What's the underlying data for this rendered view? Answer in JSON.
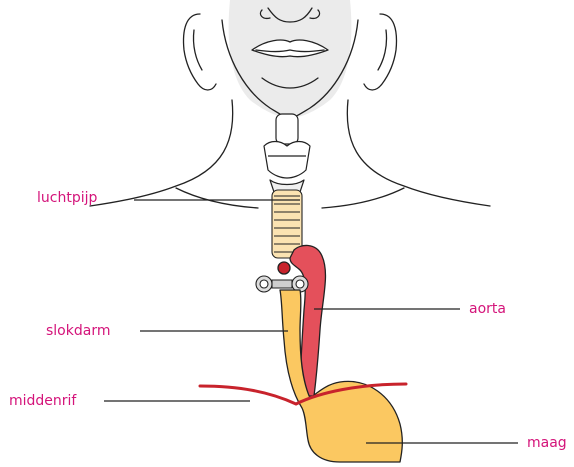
{
  "labels": {
    "trachea": "luchtpijp",
    "aorta": "aorta",
    "esophagus": "slokdarm",
    "diaphragm": "middenrif",
    "stomach": "maag"
  },
  "colors": {
    "label": "#d4147a",
    "esophagus_fill": "#fbc861",
    "aorta_fill": "#e4505b",
    "diaphragm": "#c8232c",
    "outline": "#222222",
    "shading": "#e6e6e6"
  }
}
